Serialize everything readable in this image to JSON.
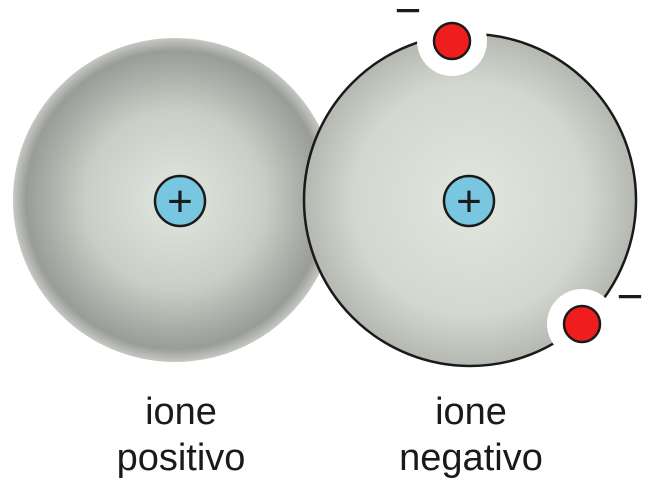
{
  "colors": {
    "ion_center": "#e1e7df",
    "ion_edge": "#8f918c",
    "nucleus_fill": "#78c6df",
    "nucleus_stroke": "#1a1a1a",
    "electron_fill": "#ef1d1d",
    "outline": "#1a1a1a"
  },
  "positive_ion": {
    "nucleus_symbol": "+",
    "label_line1": "ione",
    "label_line2": "positivo"
  },
  "negative_ion": {
    "nucleus_symbol": "+",
    "label_line1": "ione",
    "label_line2": "negativo",
    "electrons": [
      {
        "charge_symbol": "−"
      },
      {
        "charge_symbol": "−"
      }
    ]
  }
}
